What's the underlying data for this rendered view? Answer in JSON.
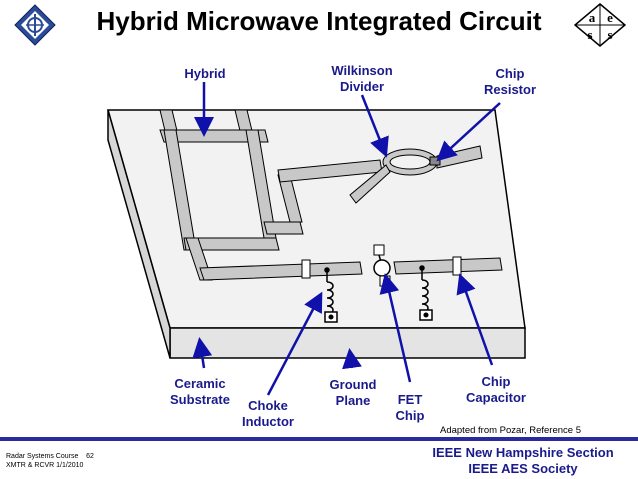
{
  "title": "Hybrid Microwave Integrated Circuit",
  "labels": {
    "hybrid": "Hybrid",
    "wilkinson": [
      "Wilkinson",
      "Divider"
    ],
    "chip_resistor": [
      "Chip",
      "Resistor"
    ],
    "ceramic_substrate": [
      "Ceramic",
      "Substrate"
    ],
    "choke_inductor": [
      "Choke",
      "Inductor"
    ],
    "ground_plane": [
      "Ground",
      "Plane"
    ],
    "fet_chip": [
      "FET",
      "Chip"
    ],
    "chip_capacitor": [
      "Chip",
      "Capacitor"
    ]
  },
  "credit": "Adapted from Pozar, Reference 5",
  "footer": {
    "course": "Radar Systems Course",
    "page": "62",
    "subtitle": "XMTR & RCVR 1/1/2010",
    "org_line1": "IEEE New Hampshire Section",
    "org_line2": "IEEE AES Society"
  },
  "logo_right_letters": [
    "a",
    "e",
    "s",
    "s"
  ],
  "colors": {
    "accent": "#1a1a8c",
    "arrow": "#1010aa",
    "substrate_top": "#f2f2f2",
    "trace": "#c8c8c8"
  }
}
